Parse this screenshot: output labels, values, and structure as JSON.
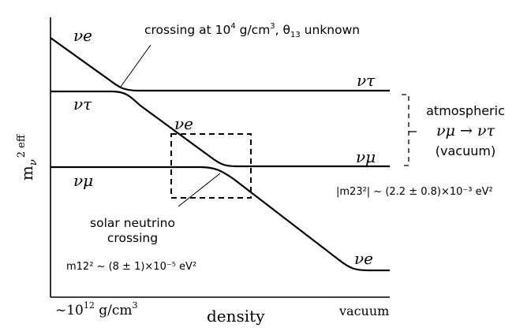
{
  "diagram": {
    "axis": {
      "ylabel_main": "m",
      "ylabel_sub": "ν",
      "ylabel_sup": "2 eff",
      "xlabel": "density",
      "x_left_prefix": "~10",
      "x_left_exp": "12",
      "x_left_unit": " g/cm",
      "x_left_unit_exp": "3",
      "x_right": "vacuum"
    },
    "labels": {
      "nu_e_topleft": "νe",
      "nu_tau_left": "ντ",
      "nu_mu_left": "νμ",
      "nu_tau_right": "ντ",
      "nu_e_mid": "νe",
      "nu_mu_right": "νμ",
      "nu_e_right": "νe"
    },
    "annotations": {
      "upper_crossing_prefix": "crossing at 10",
      "upper_crossing_exp": "4",
      "upper_crossing_mid": " g/cm",
      "upper_crossing_mid_exp": "3",
      "upper_crossing_suffix": ", θ",
      "upper_crossing_theta_sub": "13",
      "upper_crossing_end": " unknown",
      "atm_line1": "atmospheric",
      "atm_line2": "νμ → ντ",
      "atm_line3": "(vacuum)",
      "m23_text": "|m23²| ~ (2.2 ± 0.8)×10⁻³ eV²",
      "solar_line1": "solar neutrino",
      "solar_line2": "crossing",
      "m12_text": "m12² ~ (8 ± 1)×10⁻⁵ eV²"
    }
  }
}
